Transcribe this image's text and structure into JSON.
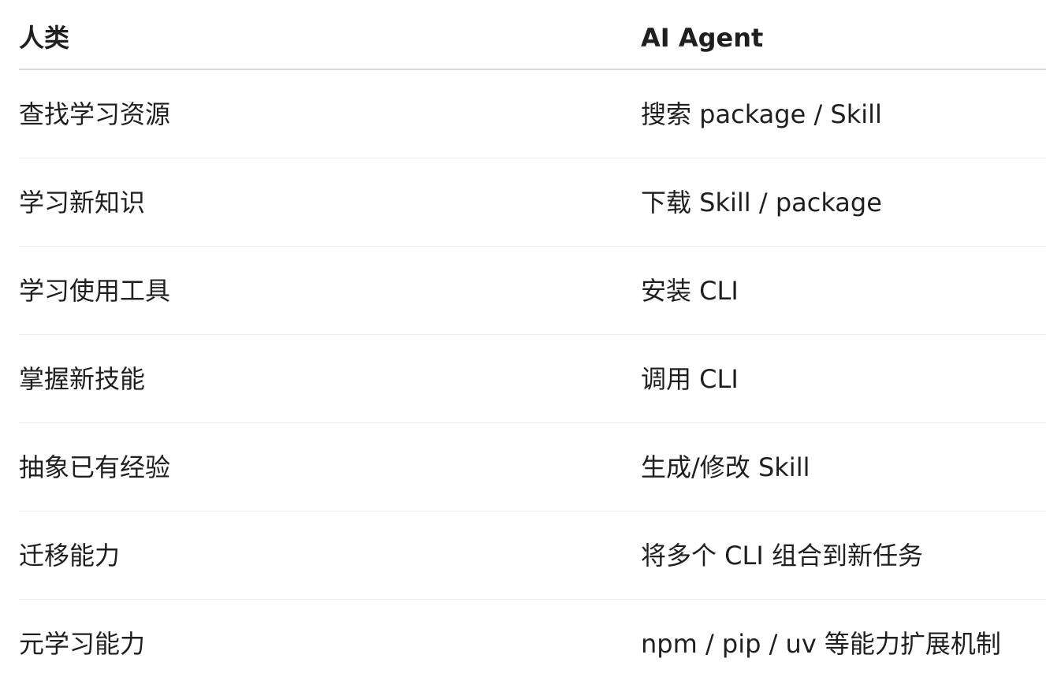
{
  "table": {
    "headers": [
      "人类",
      "AI Agent"
    ],
    "rows": [
      [
        "查找学习资源",
        "搜索 package / Skill"
      ],
      [
        "学习新知识",
        "下载 Skill / package"
      ],
      [
        "学习使用工具",
        "安装 CLI"
      ],
      [
        "掌握新技能",
        "调用 CLI"
      ],
      [
        "抽象已有经验",
        "生成/修改 Skill"
      ],
      [
        "迁移能力",
        "将多个 CLI 组合到新任务"
      ],
      [
        "元学习能力",
        "npm / pip / uv 等能力扩展机制"
      ]
    ]
  }
}
